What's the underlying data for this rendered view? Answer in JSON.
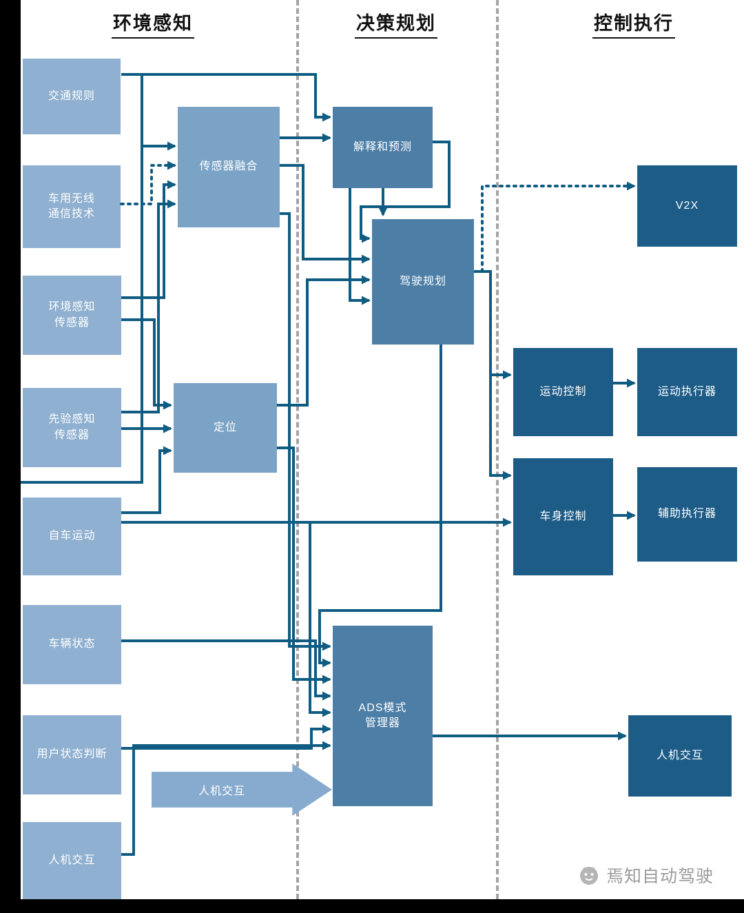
{
  "titles": {
    "col1": "环境感知",
    "col2": "决策规划",
    "col3": "控制执行"
  },
  "nodes": [
    {
      "id": "traffic-rules",
      "label": "交通规则"
    },
    {
      "id": "vehicle-wireless",
      "label": "车用无线\n通信技术"
    },
    {
      "id": "env-perception-sensors",
      "label": "环境感知\n传感器"
    },
    {
      "id": "prior-perception-sensors",
      "label": "先验感知\n传感器"
    },
    {
      "id": "ego-motion",
      "label": "自车运动"
    },
    {
      "id": "vehicle-state",
      "label": "车辆状态"
    },
    {
      "id": "user-state-judgment",
      "label": "用户状态判断"
    },
    {
      "id": "hmi-left",
      "label": "人机交互"
    },
    {
      "id": "sensor-fusion",
      "label": "传感器融合"
    },
    {
      "id": "localization",
      "label": "定位"
    },
    {
      "id": "interpretation-prediction",
      "label": "解释和预测"
    },
    {
      "id": "driving-planning",
      "label": "驾驶规划"
    },
    {
      "id": "ads-mode-manager",
      "label": "ADS模式\n管理器"
    },
    {
      "id": "v2x",
      "label": "V2X"
    },
    {
      "id": "motion-control",
      "label": "运动控制"
    },
    {
      "id": "motion-actuator",
      "label": "运动执行器"
    },
    {
      "id": "body-control",
      "label": "车身控制"
    },
    {
      "id": "aux-actuator",
      "label": "辅助执行器"
    },
    {
      "id": "hmi-right",
      "label": "人机交互"
    }
  ],
  "big_arrow": {
    "label": "人机交互"
  },
  "watermark": {
    "text": "焉知自动驾驶"
  },
  "edges": [
    {
      "from": "交通规则",
      "to": "解释和预测",
      "style": "solid"
    },
    {
      "from": "交通规则",
      "to": "传感器融合",
      "style": "solid"
    },
    {
      "from": "反馈回路",
      "to": "环境感知传感器",
      "style": "solid"
    },
    {
      "from": "反馈回路",
      "to": "先验感知传感器",
      "style": "solid"
    },
    {
      "from": "车用无线通信技术",
      "to": "传感器融合",
      "style": "dotted"
    },
    {
      "from": "环境感知传感器",
      "to": "传感器融合",
      "style": "solid"
    },
    {
      "from": "环境感知传感器",
      "to": "定位",
      "style": "solid"
    },
    {
      "from": "先验感知传感器",
      "to": "传感器融合",
      "style": "solid"
    },
    {
      "from": "先验感知传感器",
      "to": "定位",
      "style": "solid"
    },
    {
      "from": "自车运动",
      "to": "定位",
      "style": "solid"
    },
    {
      "from": "自车运动",
      "to": "车身控制",
      "style": "solid"
    },
    {
      "from": "自车运动",
      "to": "ADS模式管理器",
      "style": "solid"
    },
    {
      "from": "传感器融合",
      "to": "解释和预测",
      "style": "solid"
    },
    {
      "from": "传感器融合",
      "to": "驾驶规划",
      "style": "solid"
    },
    {
      "from": "传感器融合",
      "to": "ADS模式管理器",
      "style": "solid"
    },
    {
      "from": "定位",
      "to": "驾驶规划",
      "style": "solid"
    },
    {
      "from": "定位",
      "to": "ADS模式管理器",
      "style": "solid"
    },
    {
      "from": "解释和预测",
      "to": "驾驶规划",
      "style": "solid"
    },
    {
      "from": "驾驶规划",
      "to": "运动控制",
      "style": "solid"
    },
    {
      "from": "驾驶规划",
      "to": "车身控制",
      "style": "solid"
    },
    {
      "from": "驾驶规划",
      "to": "V2X",
      "style": "dotted"
    },
    {
      "from": "驾驶规划",
      "to": "ADS模式管理器",
      "style": "solid"
    },
    {
      "from": "运动控制",
      "to": "运动执行器",
      "style": "solid"
    },
    {
      "from": "车身控制",
      "to": "辅助执行器",
      "style": "solid"
    },
    {
      "from": "车辆状态",
      "to": "ADS模式管理器",
      "style": "solid"
    },
    {
      "from": "用户状态判断",
      "to": "ADS模式管理器",
      "style": "solid"
    },
    {
      "from": "人机交互(左)",
      "to": "ADS模式管理器",
      "style": "solid"
    },
    {
      "from": "人机交互(箭头)",
      "to": "ADS模式管理器",
      "style": "block-arrow"
    },
    {
      "from": "ADS模式管理器",
      "to": "人机交互(右)",
      "style": "solid"
    }
  ],
  "colors": {
    "node_light": "#8fb0d0",
    "node_medium": "#7ba3c6",
    "node_steel": "#4d7ea6",
    "node_dark": "#1d5c87",
    "edge": "#0f5c82",
    "divider": "#a3a3a3",
    "frame": "#000000",
    "watermark": "#9b9b9b"
  }
}
